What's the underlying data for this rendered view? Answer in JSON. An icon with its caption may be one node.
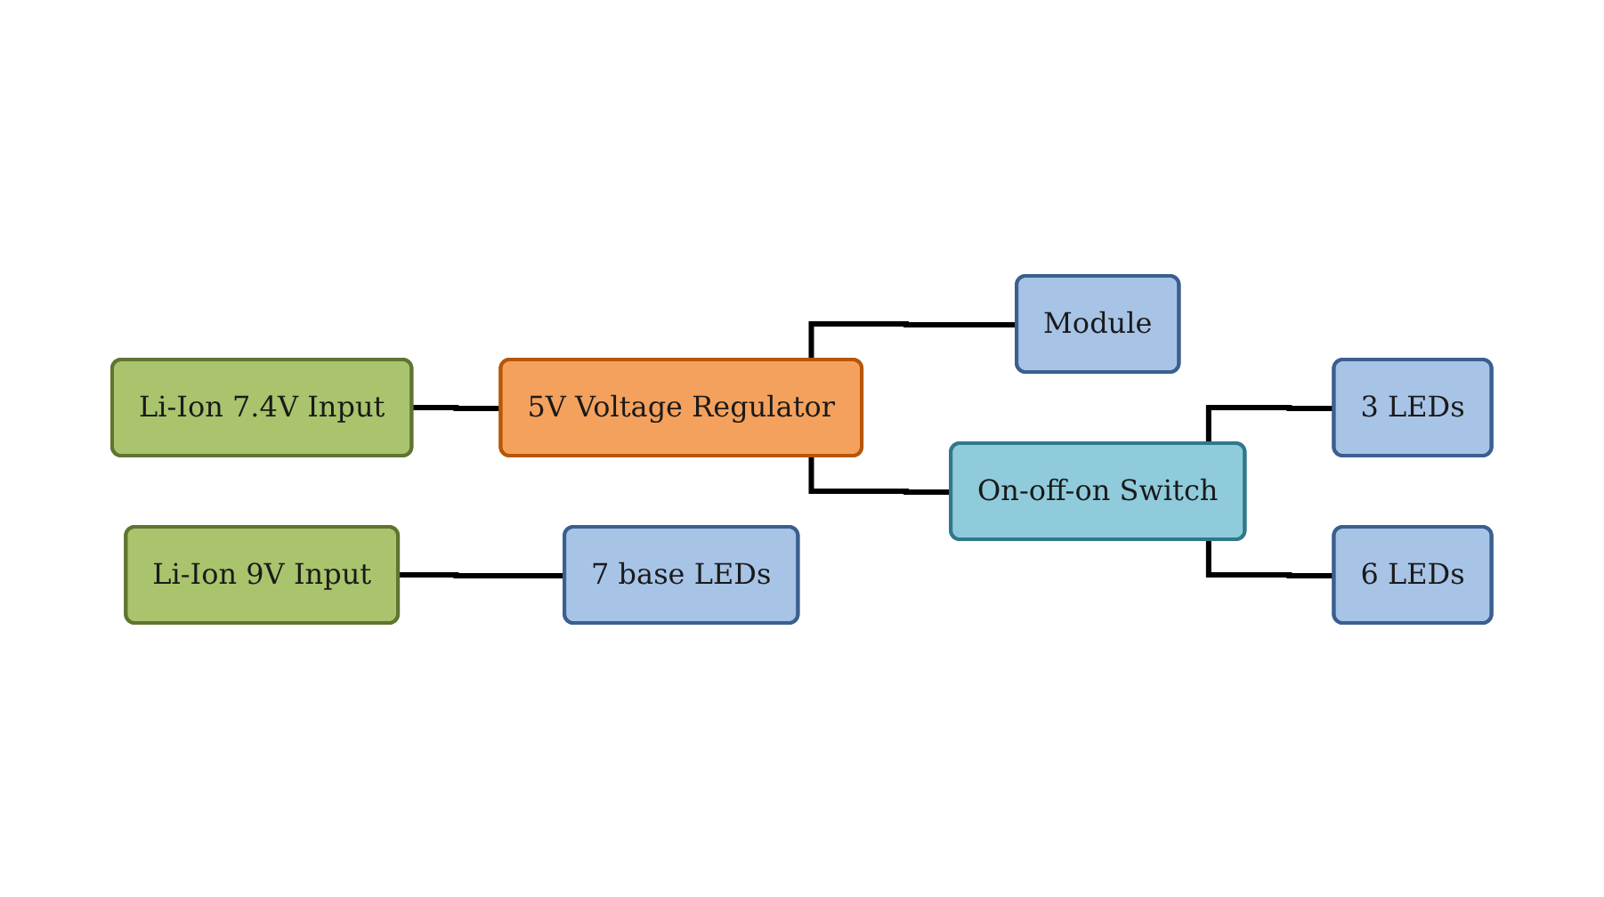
{
  "diagram": {
    "nodes": [
      {
        "text": [
          "Li-Ion 7.4V Input"
        ]
      },
      {
        "text": [
          "5V Voltage Regulator"
        ]
      },
      {
        "text": [
          "Module"
        ]
      },
      {
        "text": [
          "On-off-on Switch"
        ]
      },
      {
        "text": [
          "3 LEDs"
        ]
      },
      {
        "text": [
          "6 LEDs"
        ]
      },
      {
        "text": [
          "Li-Ion 9V Input"
        ]
      },
      {
        "text": [
          "7 base LEDs"
        ]
      }
    ],
    "edges": [
      {
        "from": 0,
        "to": 1,
        "arrow": "none"
      },
      {
        "from": 1,
        "to": 2,
        "arrow": "none"
      },
      {
        "from": 1,
        "to": 3,
        "arrow": "none"
      },
      {
        "from": 3,
        "to": 4,
        "arrow": "none"
      },
      {
        "from": 3,
        "to": 5,
        "arrow": "none"
      },
      {
        "from": 6,
        "to": 7,
        "arrow": "none"
      }
    ]
  }
}
